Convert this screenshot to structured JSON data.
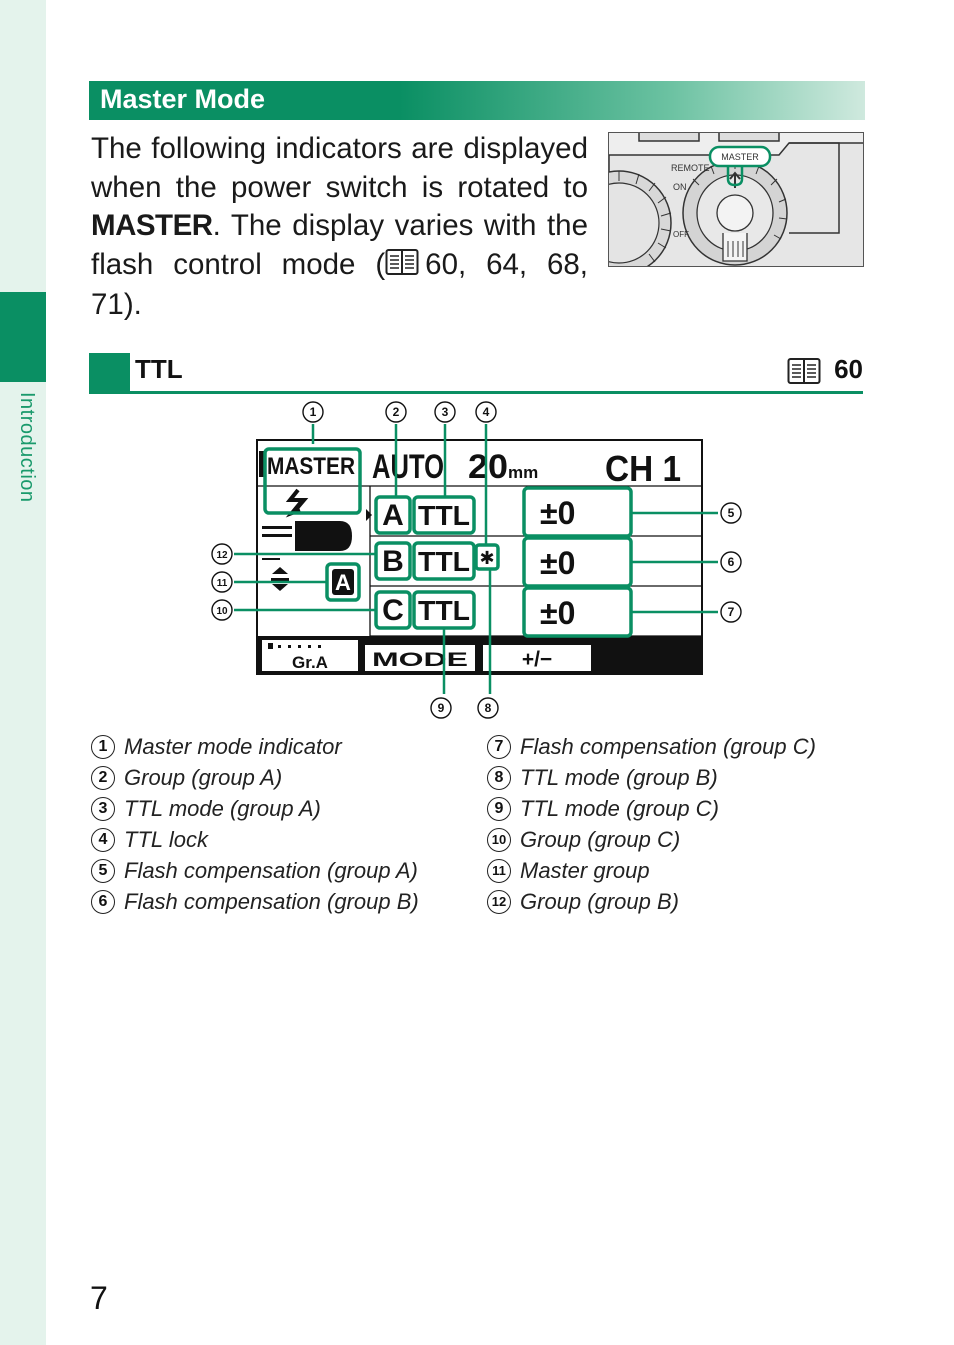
{
  "section_tab": "Introduction",
  "title": "Master Mode",
  "intro": {
    "part1": "The following indicators are displayed when the power switch is rotated to ",
    "keyword": "MASTER",
    "part2": ". The display varies with the flash control mode (",
    "refs": "60, 64, 68, 71",
    "part3": ")."
  },
  "photo": {
    "master_label": "MASTER",
    "remote_label": "REMOTE",
    "on_label": "ON",
    "off_label": "OFF"
  },
  "subsection": {
    "title": "TTL",
    "page_ref": "60"
  },
  "display": {
    "master": "MASTER",
    "mode": "AUTO",
    "zoom": "20",
    "zoom_unit": "mm",
    "channel": "CH 1",
    "master_group": "A",
    "groups": [
      {
        "letter": "A",
        "mode": "TTL",
        "comp": "±0"
      },
      {
        "letter": "B",
        "mode": "TTL",
        "comp": "±0"
      },
      {
        "letter": "C",
        "mode": "TTL",
        "comp": "±0"
      }
    ],
    "lock_symbol": "✱",
    "softkeys": [
      "Gr.A",
      "MODE",
      "+/−"
    ]
  },
  "callouts": [
    "1",
    "2",
    "3",
    "4",
    "5",
    "6",
    "7",
    "8",
    "9",
    "10",
    "11",
    "12"
  ],
  "legend": [
    {
      "num": "1",
      "text": "Master mode indicator"
    },
    {
      "num": "2",
      "text": "Group (group A)"
    },
    {
      "num": "3",
      "text": "TTL mode (group A)"
    },
    {
      "num": "4",
      "text": "TTL lock"
    },
    {
      "num": "5",
      "text": "Flash compensation (group A)"
    },
    {
      "num": "6",
      "text": "Flash compensation (group B)"
    },
    {
      "num": "7",
      "text": "Flash compensation (group C)"
    },
    {
      "num": "8",
      "text": "TTL mode (group B)"
    },
    {
      "num": "9",
      "text": "TTL mode (group C)"
    },
    {
      "num": "10",
      "text": "Group (group C)"
    },
    {
      "num": "11",
      "text": "Master group"
    },
    {
      "num": "12",
      "text": "Group (group B)"
    }
  ],
  "page_number": "7",
  "colors": {
    "accent": "#0a8f63",
    "side_band": "#e4f3ec"
  }
}
